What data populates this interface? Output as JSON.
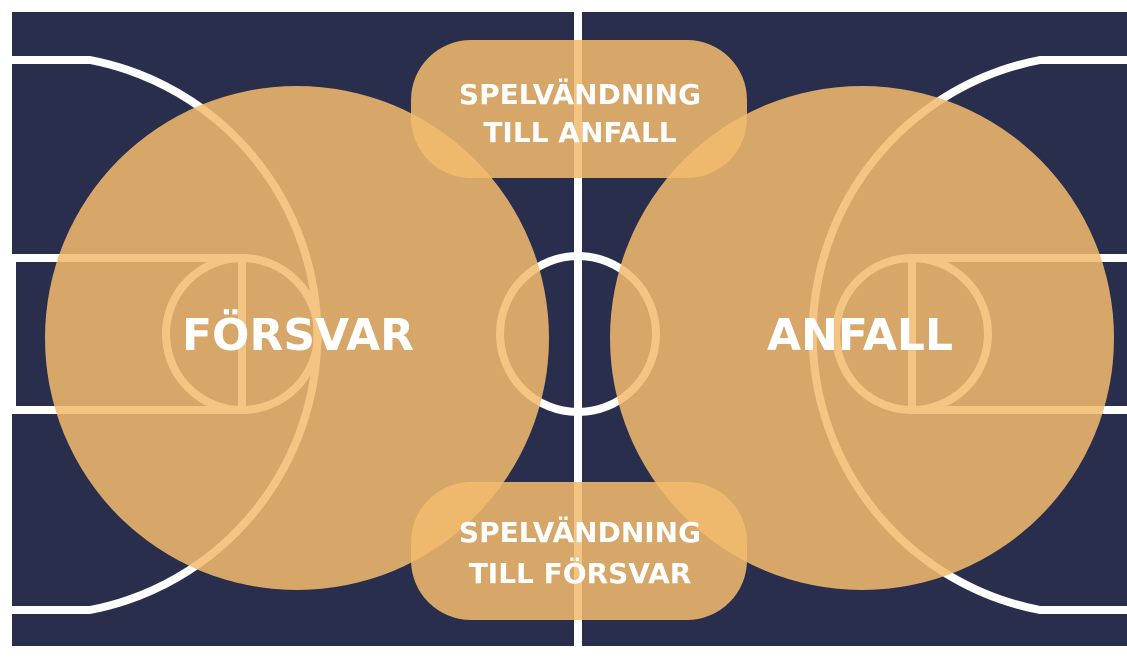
{
  "colors": {
    "court_background": "#2a2e4d",
    "court_lines": "#ffffff",
    "zone_fill": "#f2bb6e"
  },
  "zones": {
    "defense": {
      "label": "FÖRSVAR"
    },
    "offense": {
      "label": "ANFALL"
    },
    "transition_to_offense": {
      "line1": "SPELVÄNDNING",
      "line2": "TILL ANFALL"
    },
    "transition_to_defense": {
      "line1": "SPELVÄNDNING",
      "line2": "TILL FÖRSVAR"
    }
  }
}
